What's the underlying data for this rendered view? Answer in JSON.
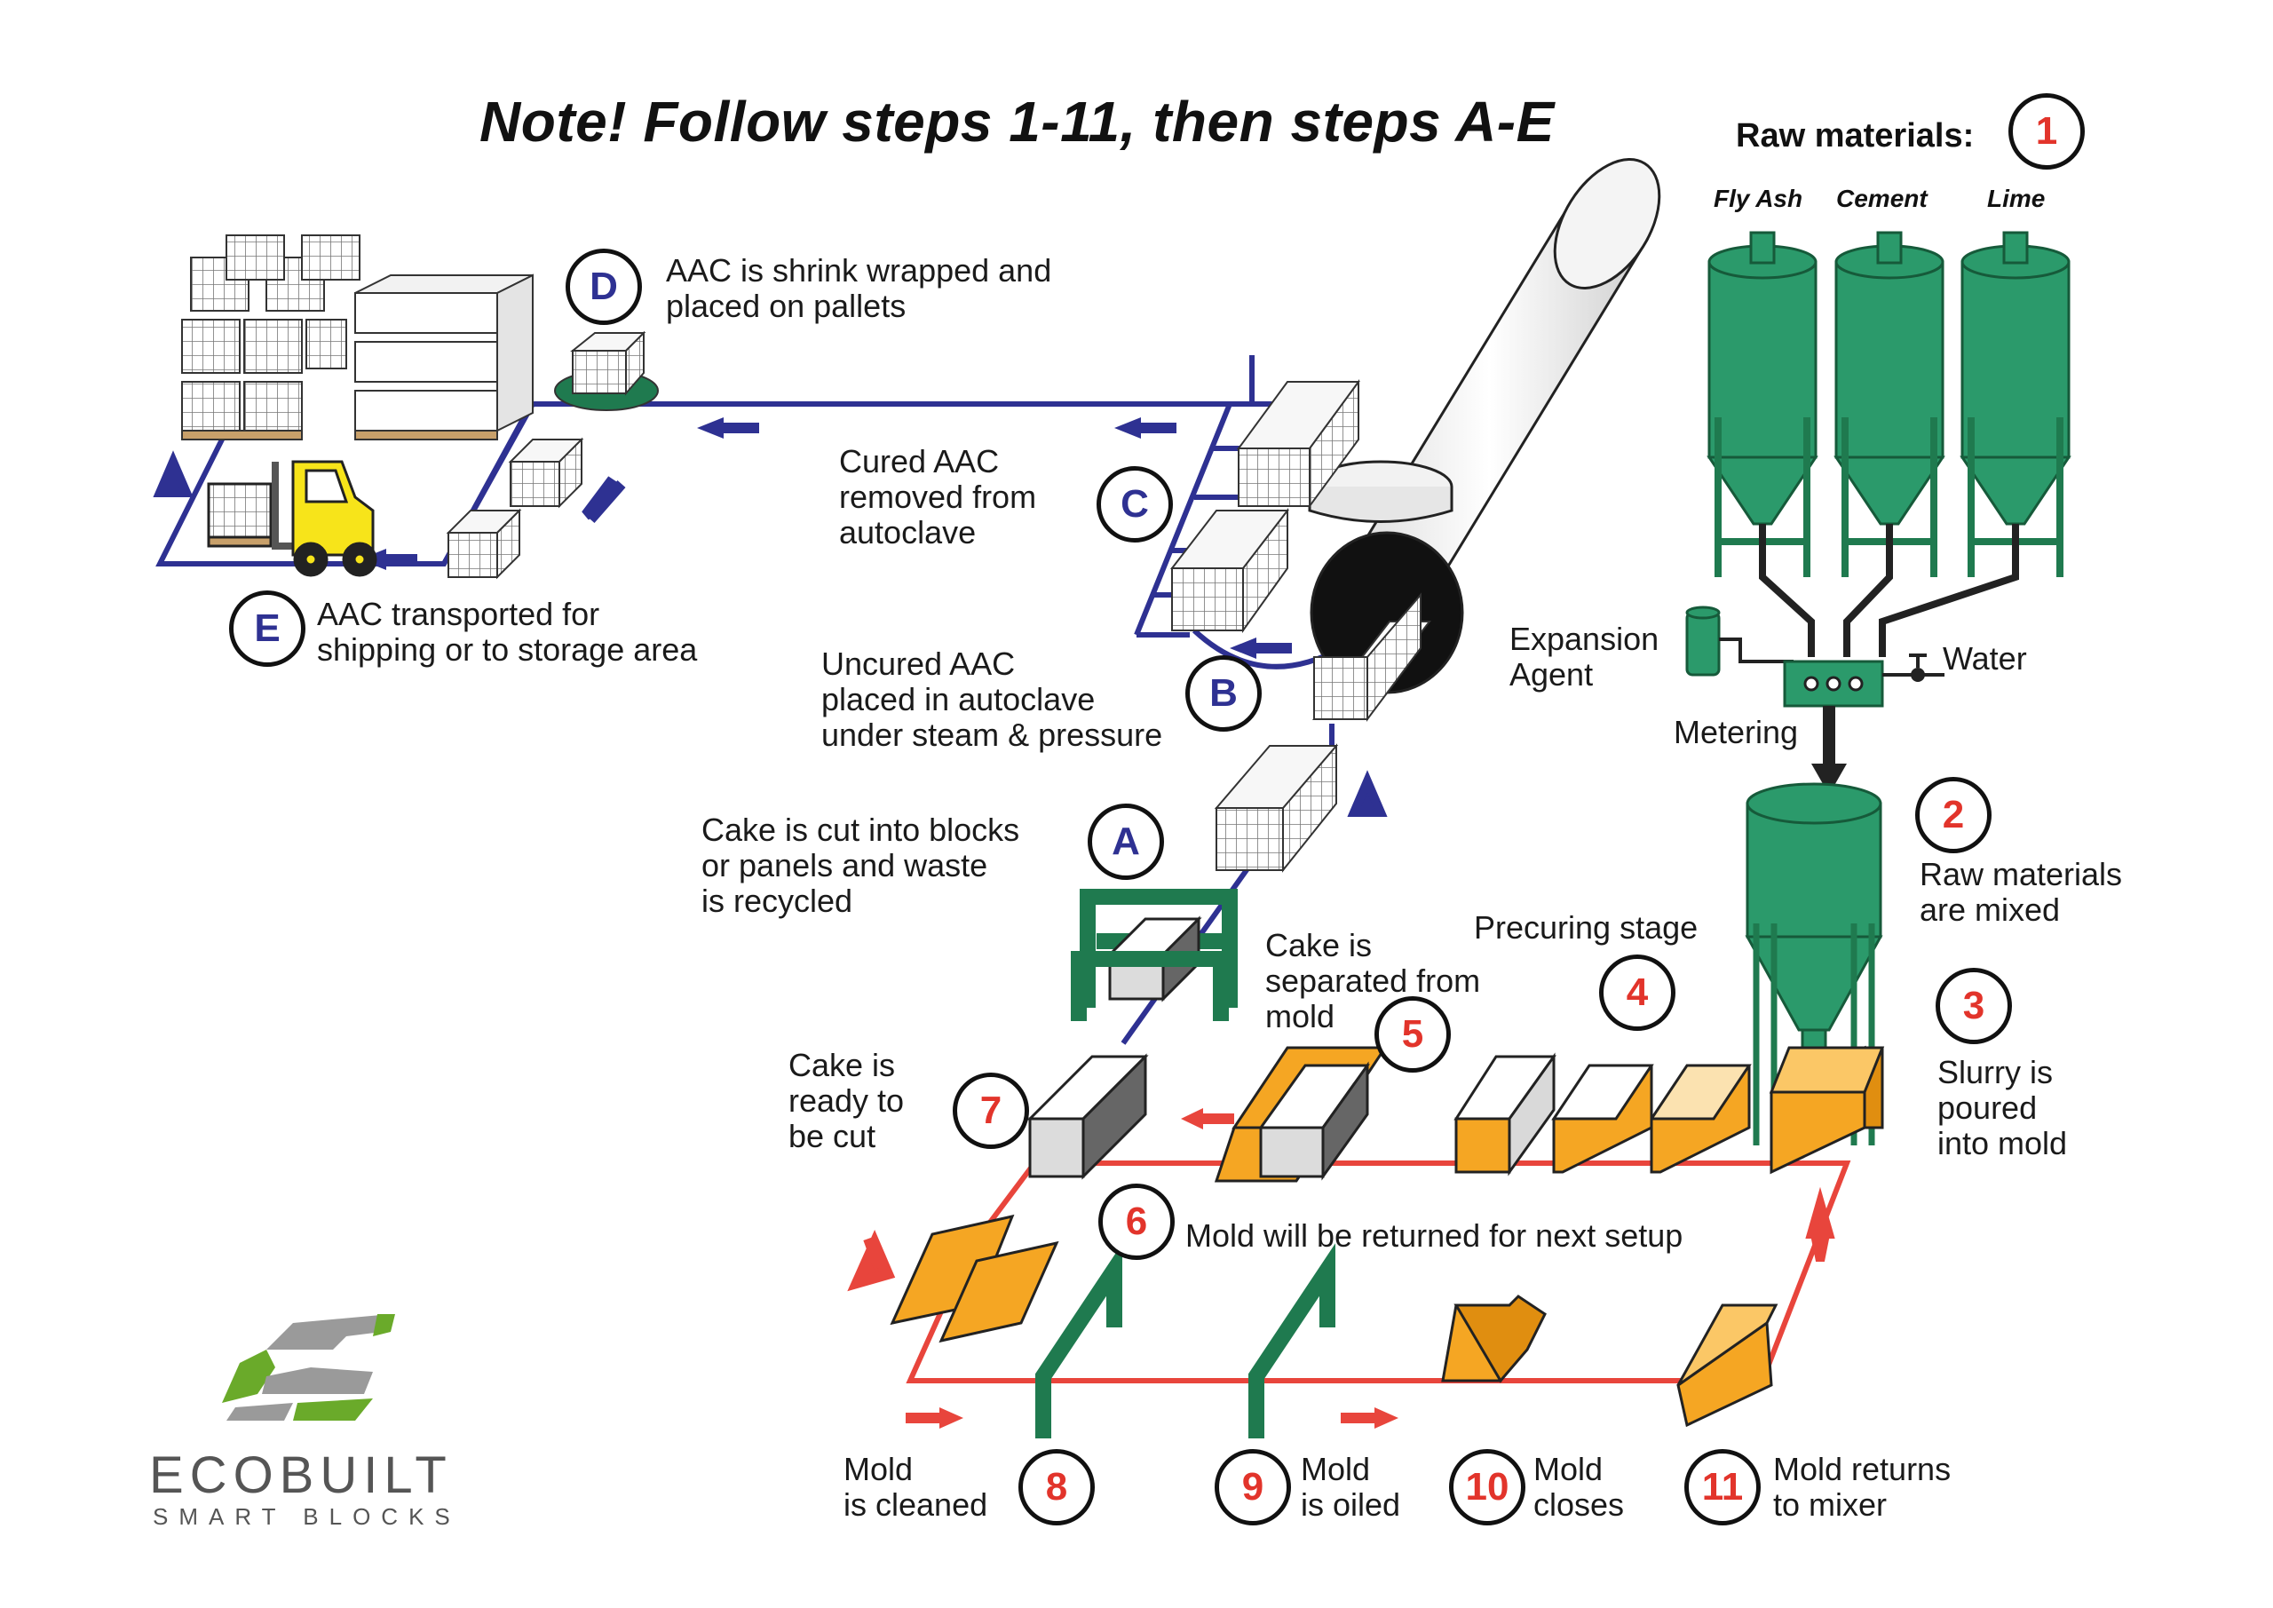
{
  "header": {
    "note": "Note!   Follow steps 1-11, then steps A-E"
  },
  "raw_materials": {
    "label": "Raw materials:",
    "badge": "1",
    "silos": [
      "Fly Ash",
      "Cement",
      "Lime"
    ]
  },
  "labels": {
    "expansion_agent": [
      "Expansion",
      "Agent"
    ],
    "water": "Water",
    "metering": "Metering",
    "mixed": [
      "Raw materials",
      "are mixed"
    ],
    "poured": [
      "Slurry is",
      "poured",
      "into mold"
    ],
    "precuring": "Precuring stage",
    "separated": [
      "Cake is",
      "separated from",
      "mold"
    ],
    "ready": [
      "Cake is",
      "ready to",
      "be cut"
    ],
    "returned": "Mold will be returned for next setup",
    "cleaned": [
      "Mold",
      "is cleaned"
    ],
    "oiled": [
      "Mold",
      "is oiled"
    ],
    "closes": [
      "Mold",
      "closes"
    ],
    "returns": [
      "Mold returns",
      "to mixer"
    ],
    "cut": [
      "Cake is cut into blocks",
      "or panels and waste",
      "is recycled"
    ],
    "autoclave_in": [
      "Uncured AAC",
      "placed in autoclave",
      "under steam & pressure"
    ],
    "cured": [
      "Cured AAC",
      "removed from",
      "autoclave"
    ],
    "wrapped": [
      "AAC is shrink wrapped and",
      "placed on pallets"
    ],
    "transported": [
      "AAC transported for",
      "shipping or to storage area"
    ]
  },
  "steps": {
    "s2": "2",
    "s3": "3",
    "s4": "4",
    "s5": "5",
    "s6": "6",
    "s7": "7",
    "s8": "8",
    "s9": "9",
    "s10": "10",
    "s11": "11",
    "sA": "A",
    "sB": "B",
    "sC": "C",
    "sD": "D",
    "sE": "E"
  },
  "logo": {
    "name": "ECOBUILT",
    "tagline": "SMART BLOCKS"
  },
  "colors": {
    "step_red": "#e2342b",
    "step_blue": "#2e3192",
    "silo_green": "#2b9a6b",
    "frame_green": "#1f7a4f",
    "mold_orange": "#f5a623",
    "flow_red": "#e8453c",
    "flow_blue": "#2e3192",
    "forklift_yellow": "#f7e41a",
    "logo_green": "#6aaa2a",
    "logo_grey": "#9a9a9a"
  }
}
